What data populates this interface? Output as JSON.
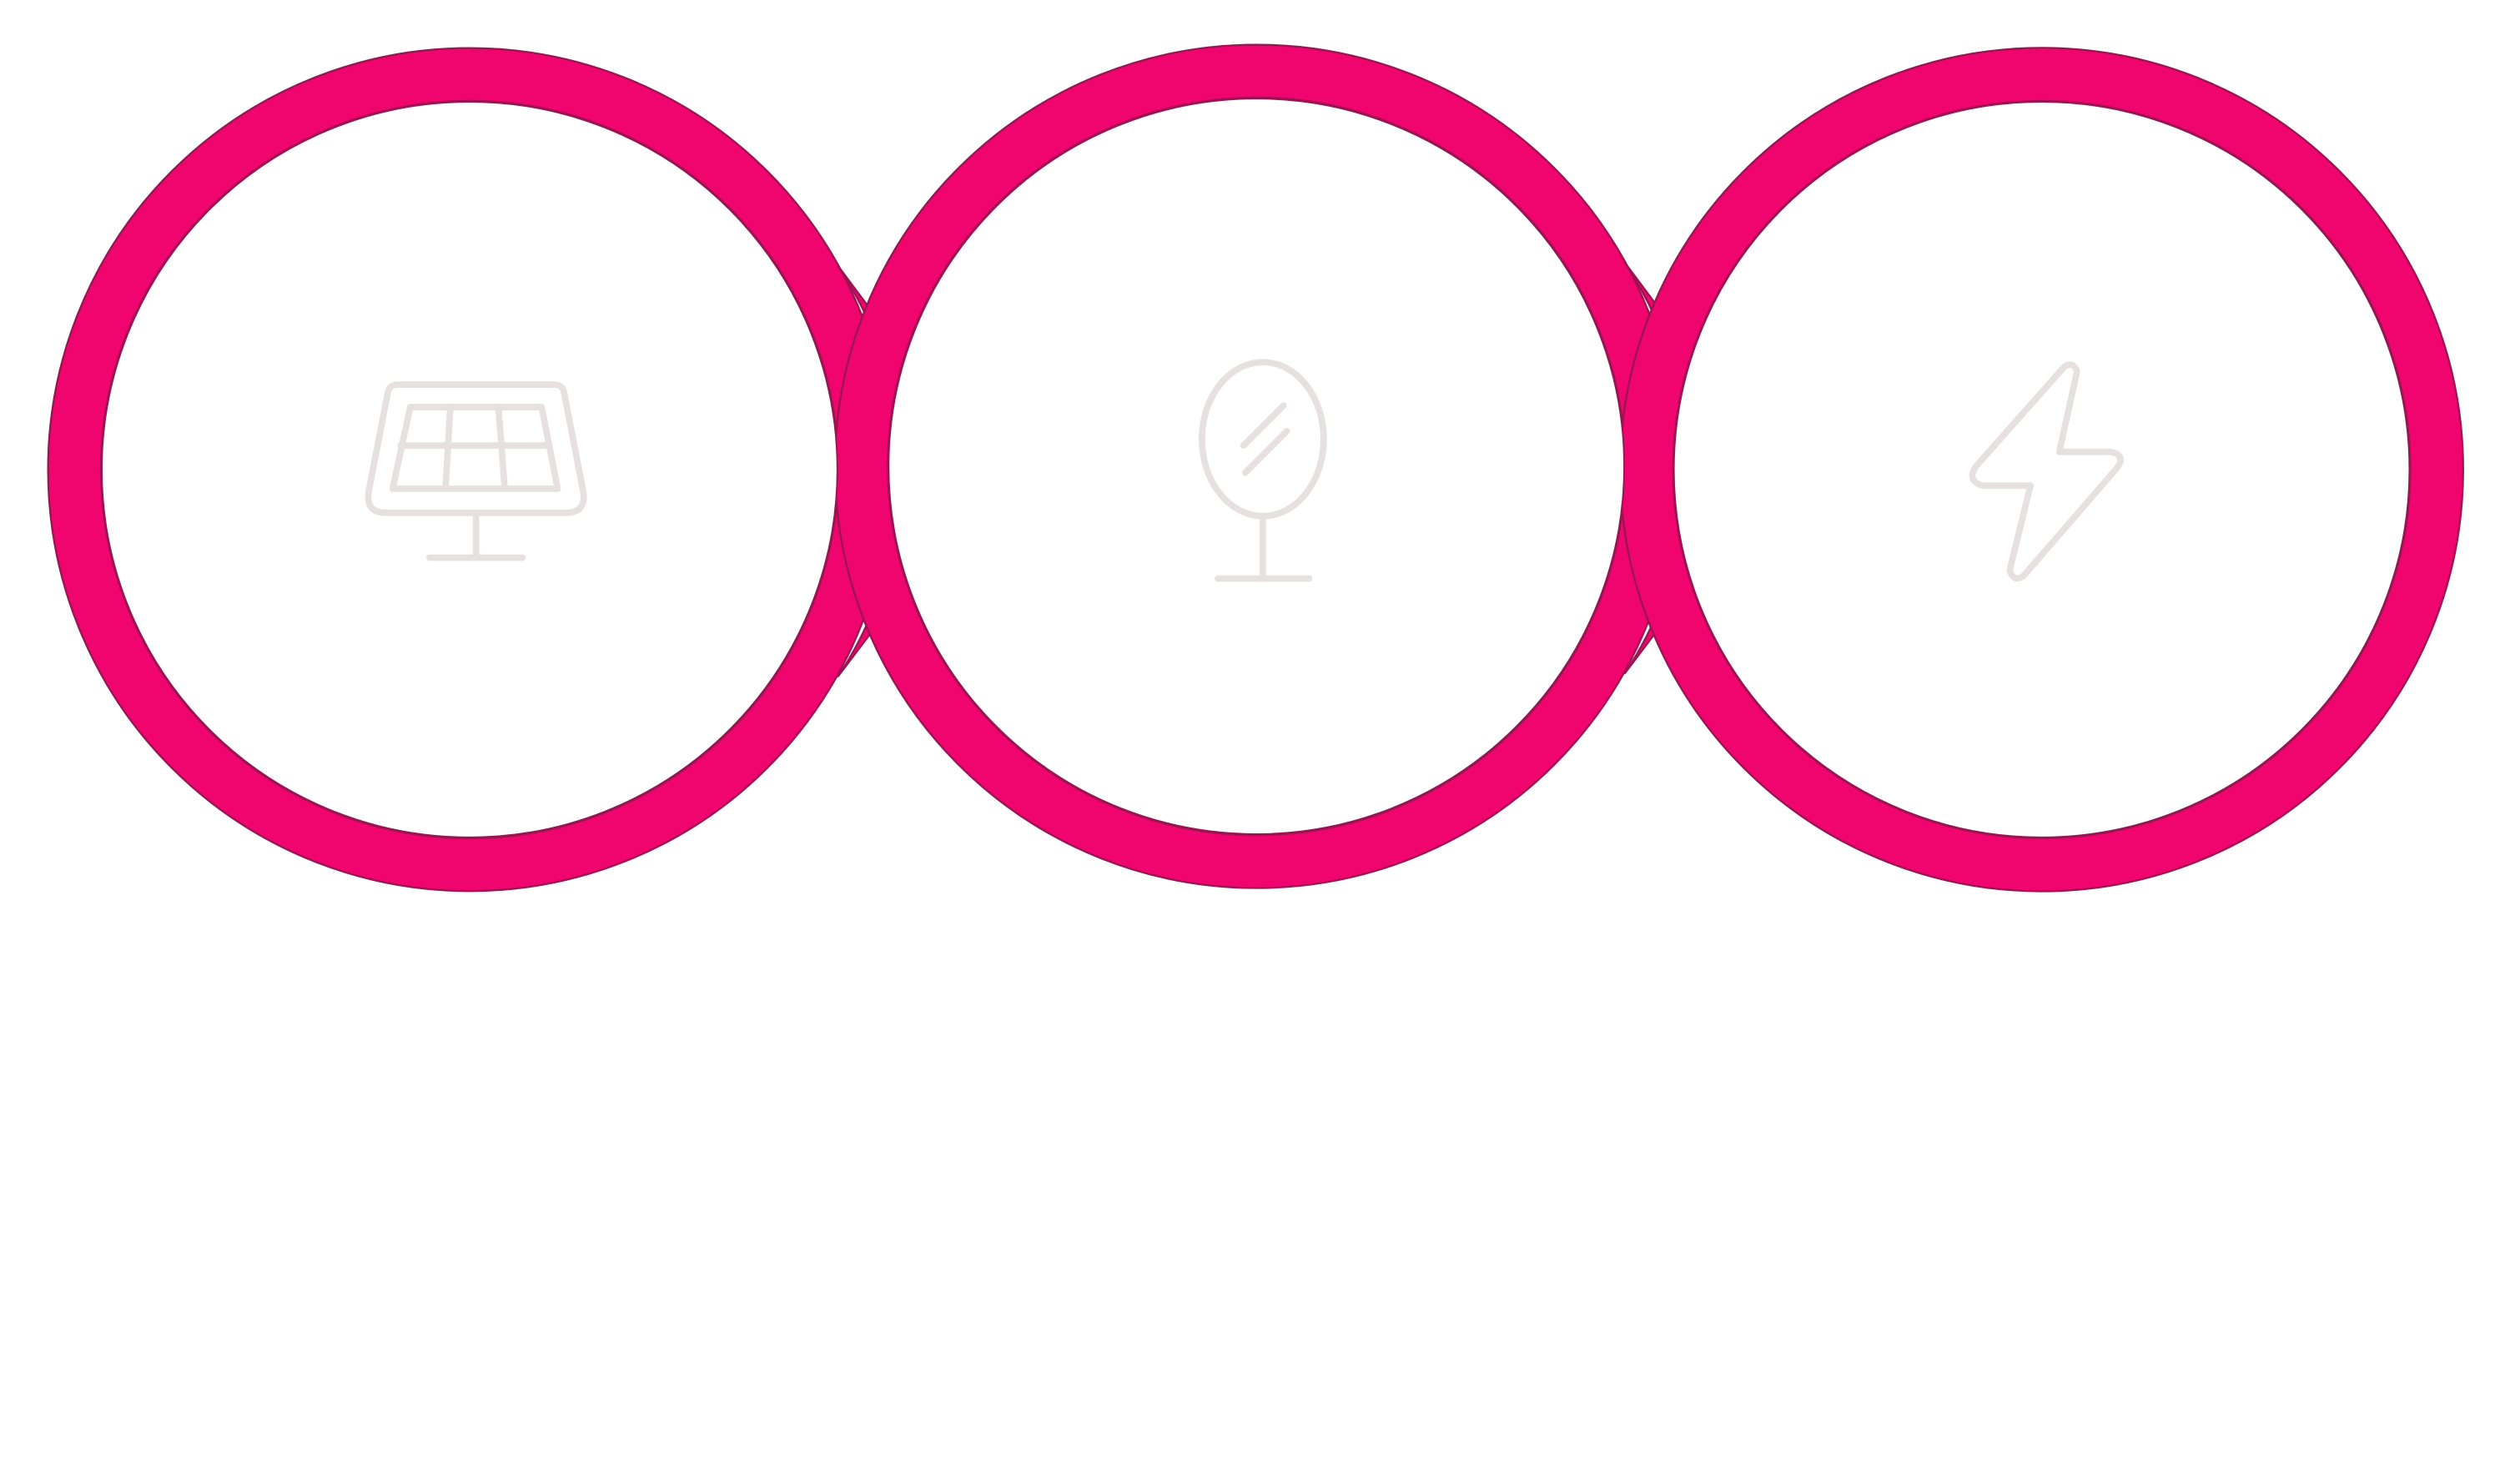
{
  "diagram": {
    "accent_color": "#f0046e",
    "outline_color": "#9a1452",
    "icon_color": "#e6e0e0",
    "background_color": "#ffffff",
    "steps": [
      {
        "id": "step-1",
        "icon": "solar-panel-icon"
      },
      {
        "id": "step-2",
        "icon": "mirror-icon"
      },
      {
        "id": "step-3",
        "icon": "lightning-bolt-icon"
      }
    ]
  }
}
